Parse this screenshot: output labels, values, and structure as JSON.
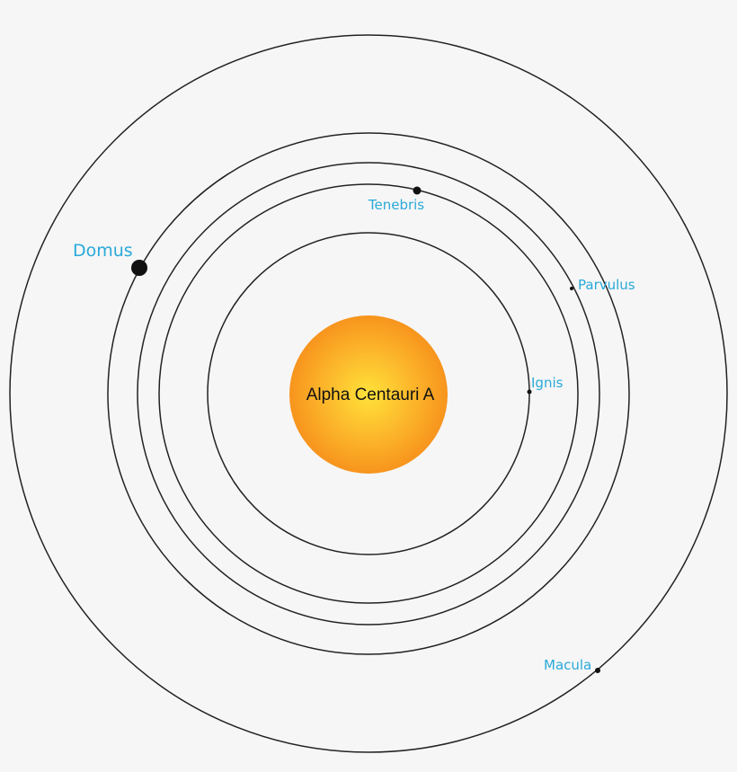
{
  "star": {
    "name": "Alpha Centauri A",
    "color_center": "#ffe23a",
    "color_edge": "#f7941d"
  },
  "colors": {
    "label": "#29a9d9",
    "planet": "#111111",
    "orbit": "#222222",
    "background": "#f6f6f6"
  },
  "planets": [
    {
      "name": "Ignis",
      "key": "ignis"
    },
    {
      "name": "Tenebris",
      "key": "tenebris"
    },
    {
      "name": "Parvulus",
      "key": "parvulus"
    },
    {
      "name": "Domus",
      "key": "domus"
    },
    {
      "name": "Macula",
      "key": "macula"
    }
  ]
}
